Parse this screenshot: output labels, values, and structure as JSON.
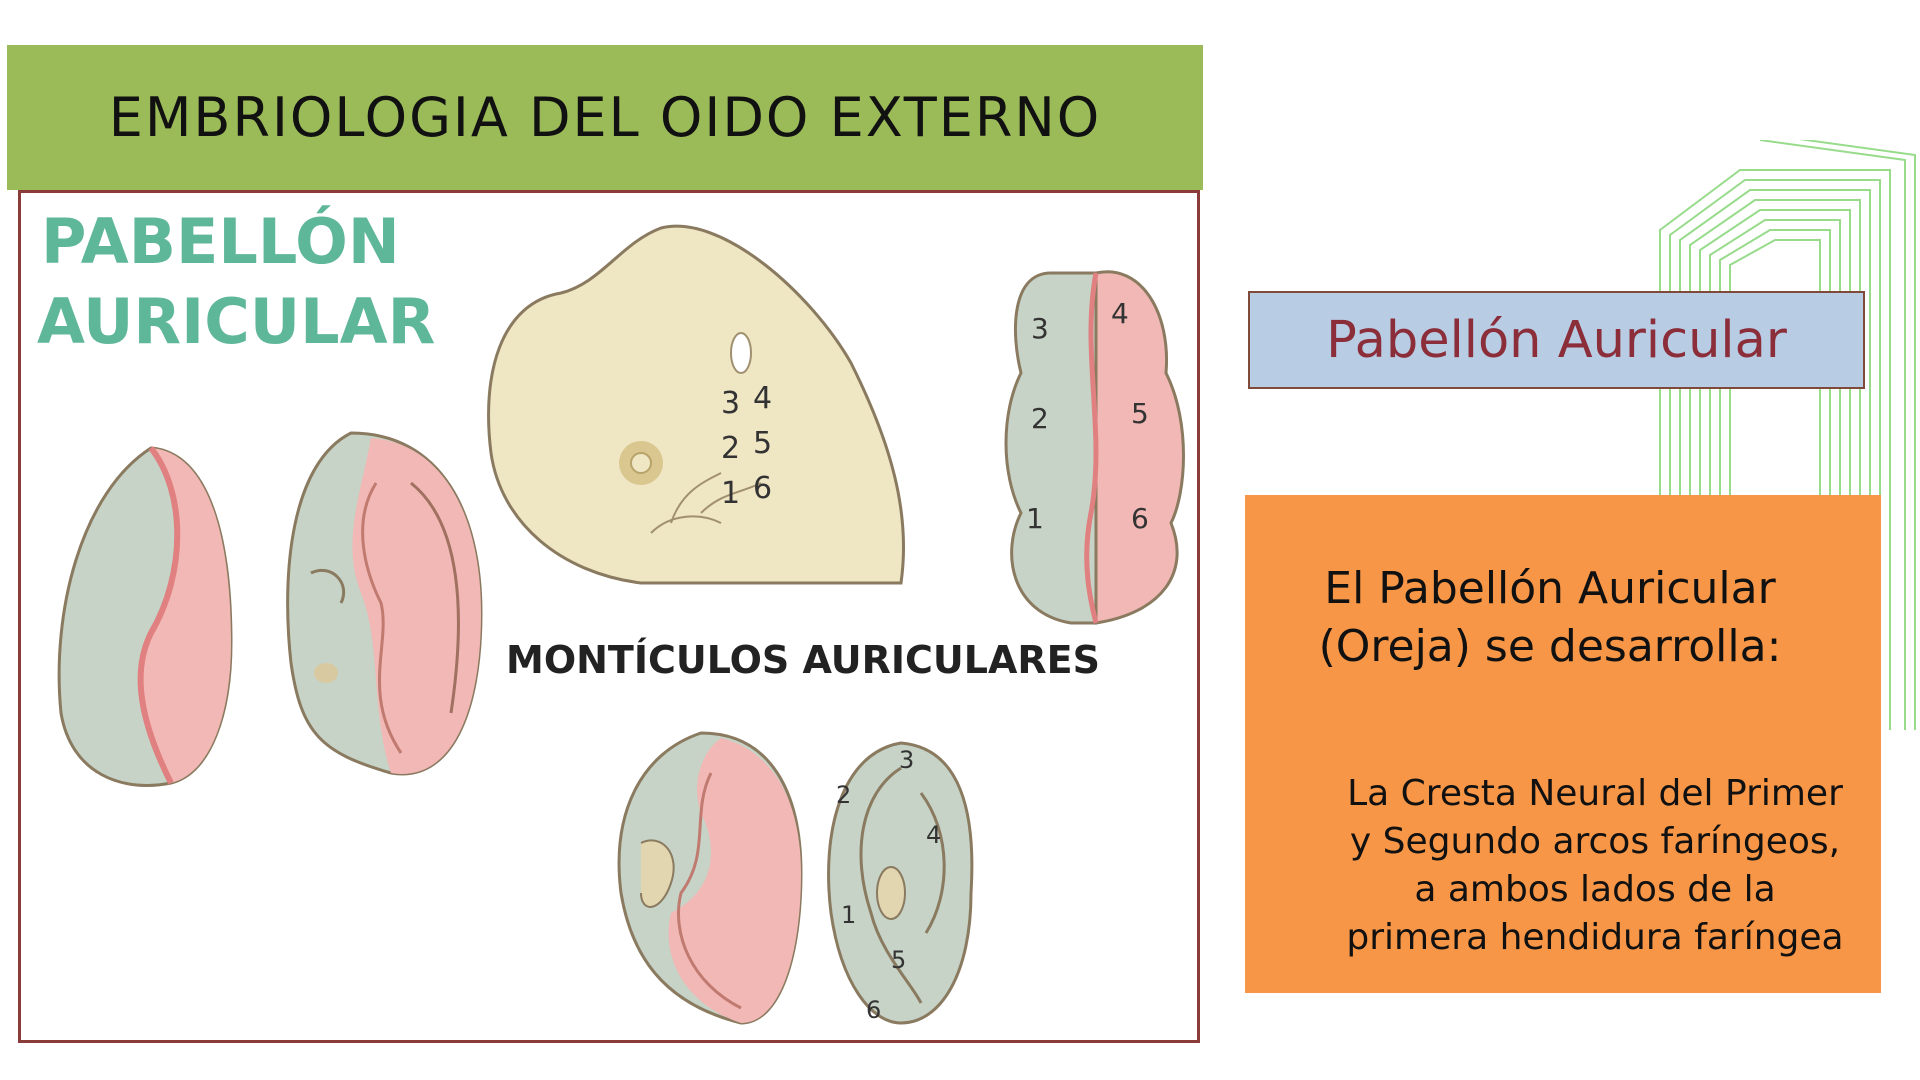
{
  "slide": {
    "title": "EMBRIOLOGIA DEL OIDO EXTERNO",
    "subtitle": "Pabellón Auricular",
    "heading": "El Pabellón Auricular (Oreja) se desarrolla:",
    "body": "La Cresta Neural del Primer y Segundo arcos faríngeos, a ambos lados de la primera hendidura faríngea"
  },
  "illustration": {
    "label_top_line1": "PABELLÓN",
    "label_top_line2": "AURICULAR",
    "label_middle": "MONTÍCULOS AURICULARES",
    "embryo_numbers": [
      "3",
      "4",
      "2",
      "5",
      "1",
      "6"
    ],
    "hillock_numbers": [
      "3",
      "4",
      "2",
      "5",
      "1",
      "6"
    ],
    "ear_numbers": [
      "3",
      "2",
      "4",
      "1",
      "5",
      "6"
    ]
  },
  "colors": {
    "title_bar": "#9bbb59",
    "subtitle_box": "#b8cce4",
    "orange_box": "#f79646",
    "pink": "#f2b8b5",
    "green_gray": "#c6d3c6",
    "embryo": "#efe6c4",
    "label_teal": "#5fb79a"
  }
}
